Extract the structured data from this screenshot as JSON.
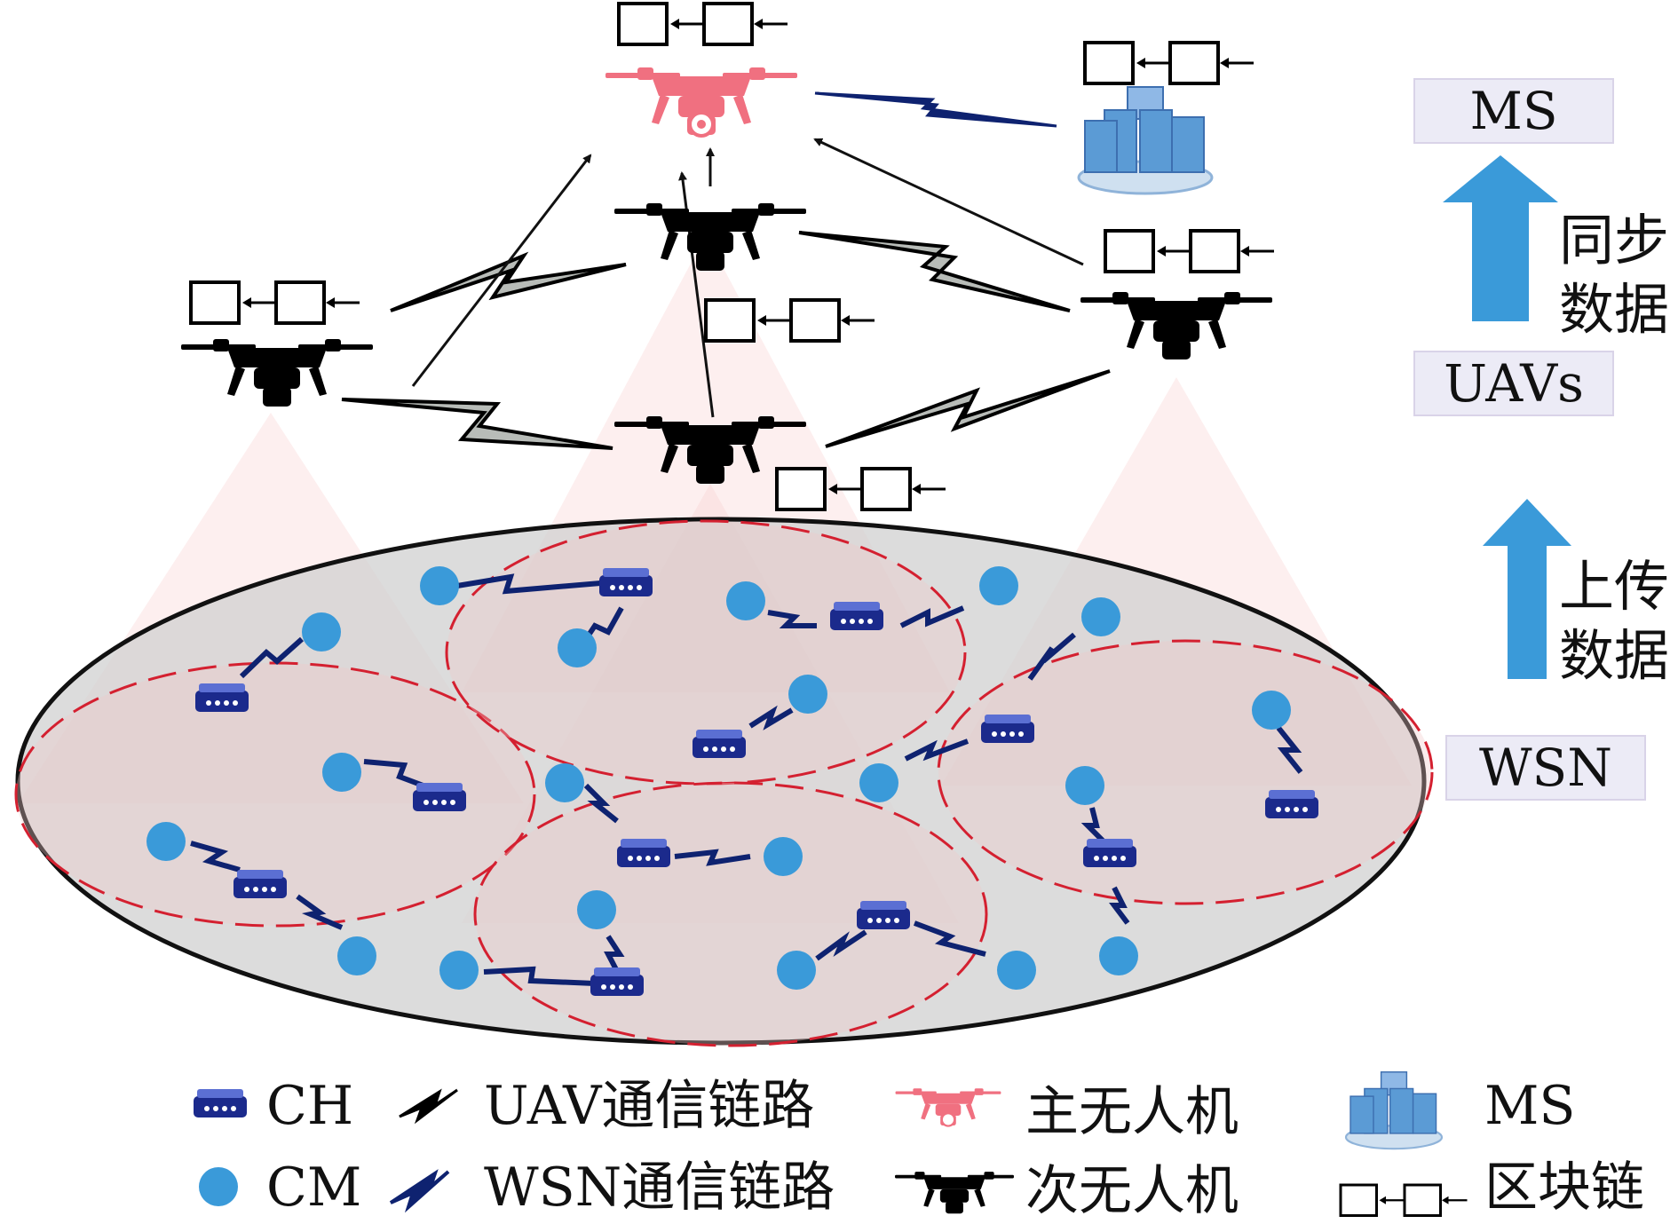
{
  "labels": {
    "ms": "MS",
    "uavs": "UAVs",
    "wsn": "WSN",
    "sync_line1": "同步",
    "sync_line2": "数据",
    "upload_line1": "上传",
    "upload_line2": "数据"
  },
  "legend": {
    "ch": "CH",
    "cm": "CM",
    "uav_link": "UAV通信链路",
    "wsn_link": "WSN通信链路",
    "main_uav": "主无人机",
    "sub_uav": "次无人机",
    "ms": "MS",
    "blockchain": "区块链"
  },
  "colors": {
    "main_uav": "#f07080",
    "sub_uav": "#000000",
    "cm_node": "#3a9ad9",
    "ch_device": "#1b2a8c",
    "arrow_blue": "#3a9ad9",
    "cluster_border": "#d42030",
    "wsn_link": "#0e2270",
    "uav_link_fill": "#b8bcb8",
    "label_bg": "#ecebf6",
    "server_blue": "#5b9bd5"
  },
  "icons": {
    "main_uav": "drone-pink-icon",
    "sub_uav": "drone-black-icon",
    "ch": "router-icon",
    "cm": "circle-node-icon",
    "ms": "server-stack-icon",
    "blockchain": "block-chain-icon",
    "uav_link": "zigzag-link-icon",
    "wsn_link": "zigzag-link-icon"
  }
}
